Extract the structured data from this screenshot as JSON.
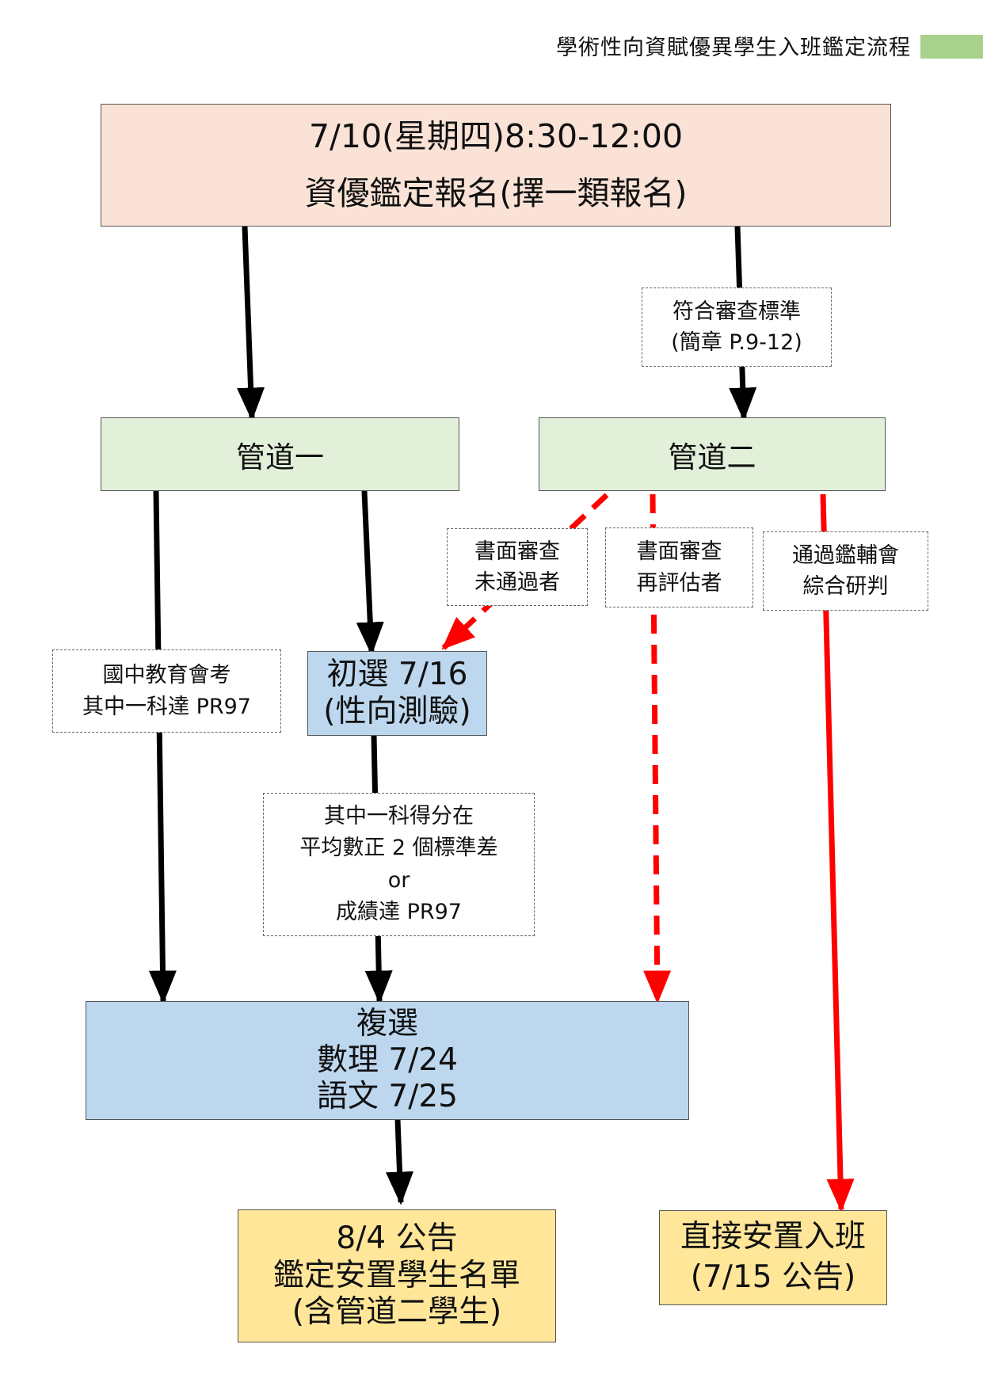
{
  "header": {
    "title": "學術性向資賦優異學生入班鑑定流程"
  },
  "colors": {
    "registration_fill": "#fae3d6",
    "channel_fill": "#e2efd9",
    "exam_fill": "#bdd7ee",
    "result_fill": "#ffe699",
    "header_bar": "#a9d18e",
    "arrow_black": "#000000",
    "arrow_red": "#ff0000"
  },
  "nodes": {
    "registration": {
      "line1": "7/10(星期四)8:30-12:00",
      "line2": "資優鑑定報名(擇一類報名)"
    },
    "review_standard": {
      "line1": "符合審查標準",
      "line2": "(簡章 P.9-12)"
    },
    "channel_one": {
      "label": "管道一"
    },
    "channel_two": {
      "label": "管道二"
    },
    "written_fail": {
      "line1": "書面審查",
      "line2": "未通過者"
    },
    "written_reassess": {
      "line1": "書面審查",
      "line2": "再評估者"
    },
    "committee": {
      "line1": "通過鑑輔會",
      "line2": "綜合研判"
    },
    "cap_exam": {
      "line1": "國中教育會考",
      "line2": "其中一科達 PR97"
    },
    "preliminary": {
      "line1": "初選 7/16",
      "line2": "(性向測驗)"
    },
    "criteria": {
      "line1": "其中一科得分在",
      "line2": "平均數正 2 個標準差",
      "line3": "or",
      "line4": "成績達 PR97"
    },
    "second_round": {
      "line1": "複選",
      "line2": "數理 7/24",
      "line3": "語文 7/25"
    },
    "announcement": {
      "line1": "8/4 公告",
      "line2": "鑑定安置學生名單",
      "line3": "(含管道二學生)"
    },
    "direct_placement": {
      "line1": "直接安置入班",
      "line2": "(7/15 公告)"
    }
  }
}
